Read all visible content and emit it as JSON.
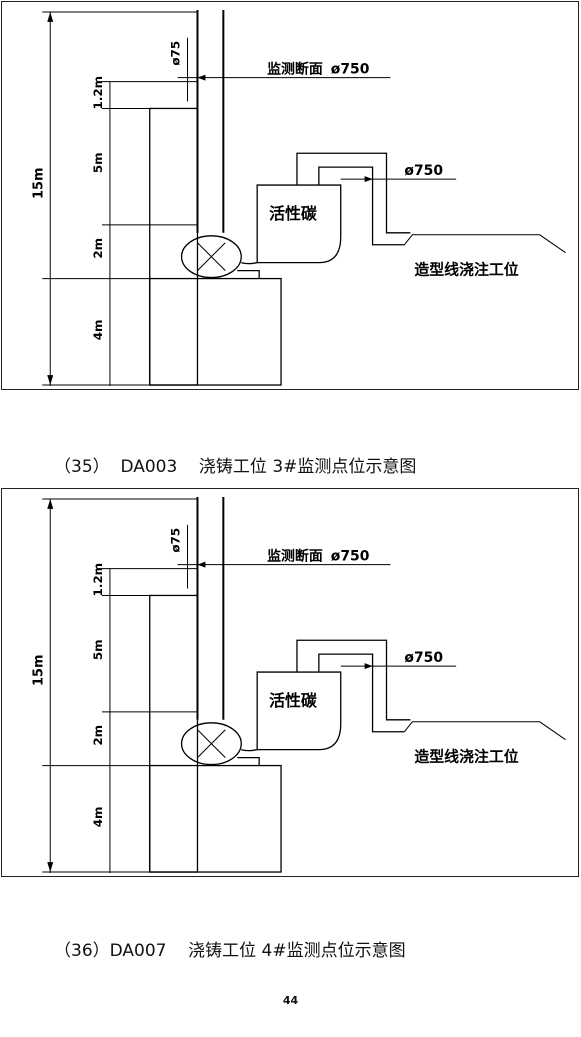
{
  "figures": [
    {
      "labels": {
        "section": "监测断面",
        "section_dia": "ø750",
        "carbon": "活性碳",
        "outlet_dia": "ø750",
        "station": "造型线浇注工位",
        "probe_dia": "ø75"
      },
      "dims": {
        "total": "15m",
        "d1": "1.2m",
        "d2": "5m",
        "d3": "2m",
        "d4": "4m"
      },
      "caption": "（35）  DA003    浇铸工位 3#监测点位示意图"
    },
    {
      "labels": {
        "section": "监测断面",
        "section_dia": "ø750",
        "carbon": "活性碳",
        "outlet_dia": "ø750",
        "station": "造型线浇注工位",
        "probe_dia": "ø75"
      },
      "dims": {
        "total": "15m",
        "d1": "1.2m",
        "d2": "5m",
        "d3": "2m",
        "d4": "4m"
      },
      "caption": "（36）DA007    浇铸工位 4#监测点位示意图"
    }
  ],
  "page_number": "44"
}
